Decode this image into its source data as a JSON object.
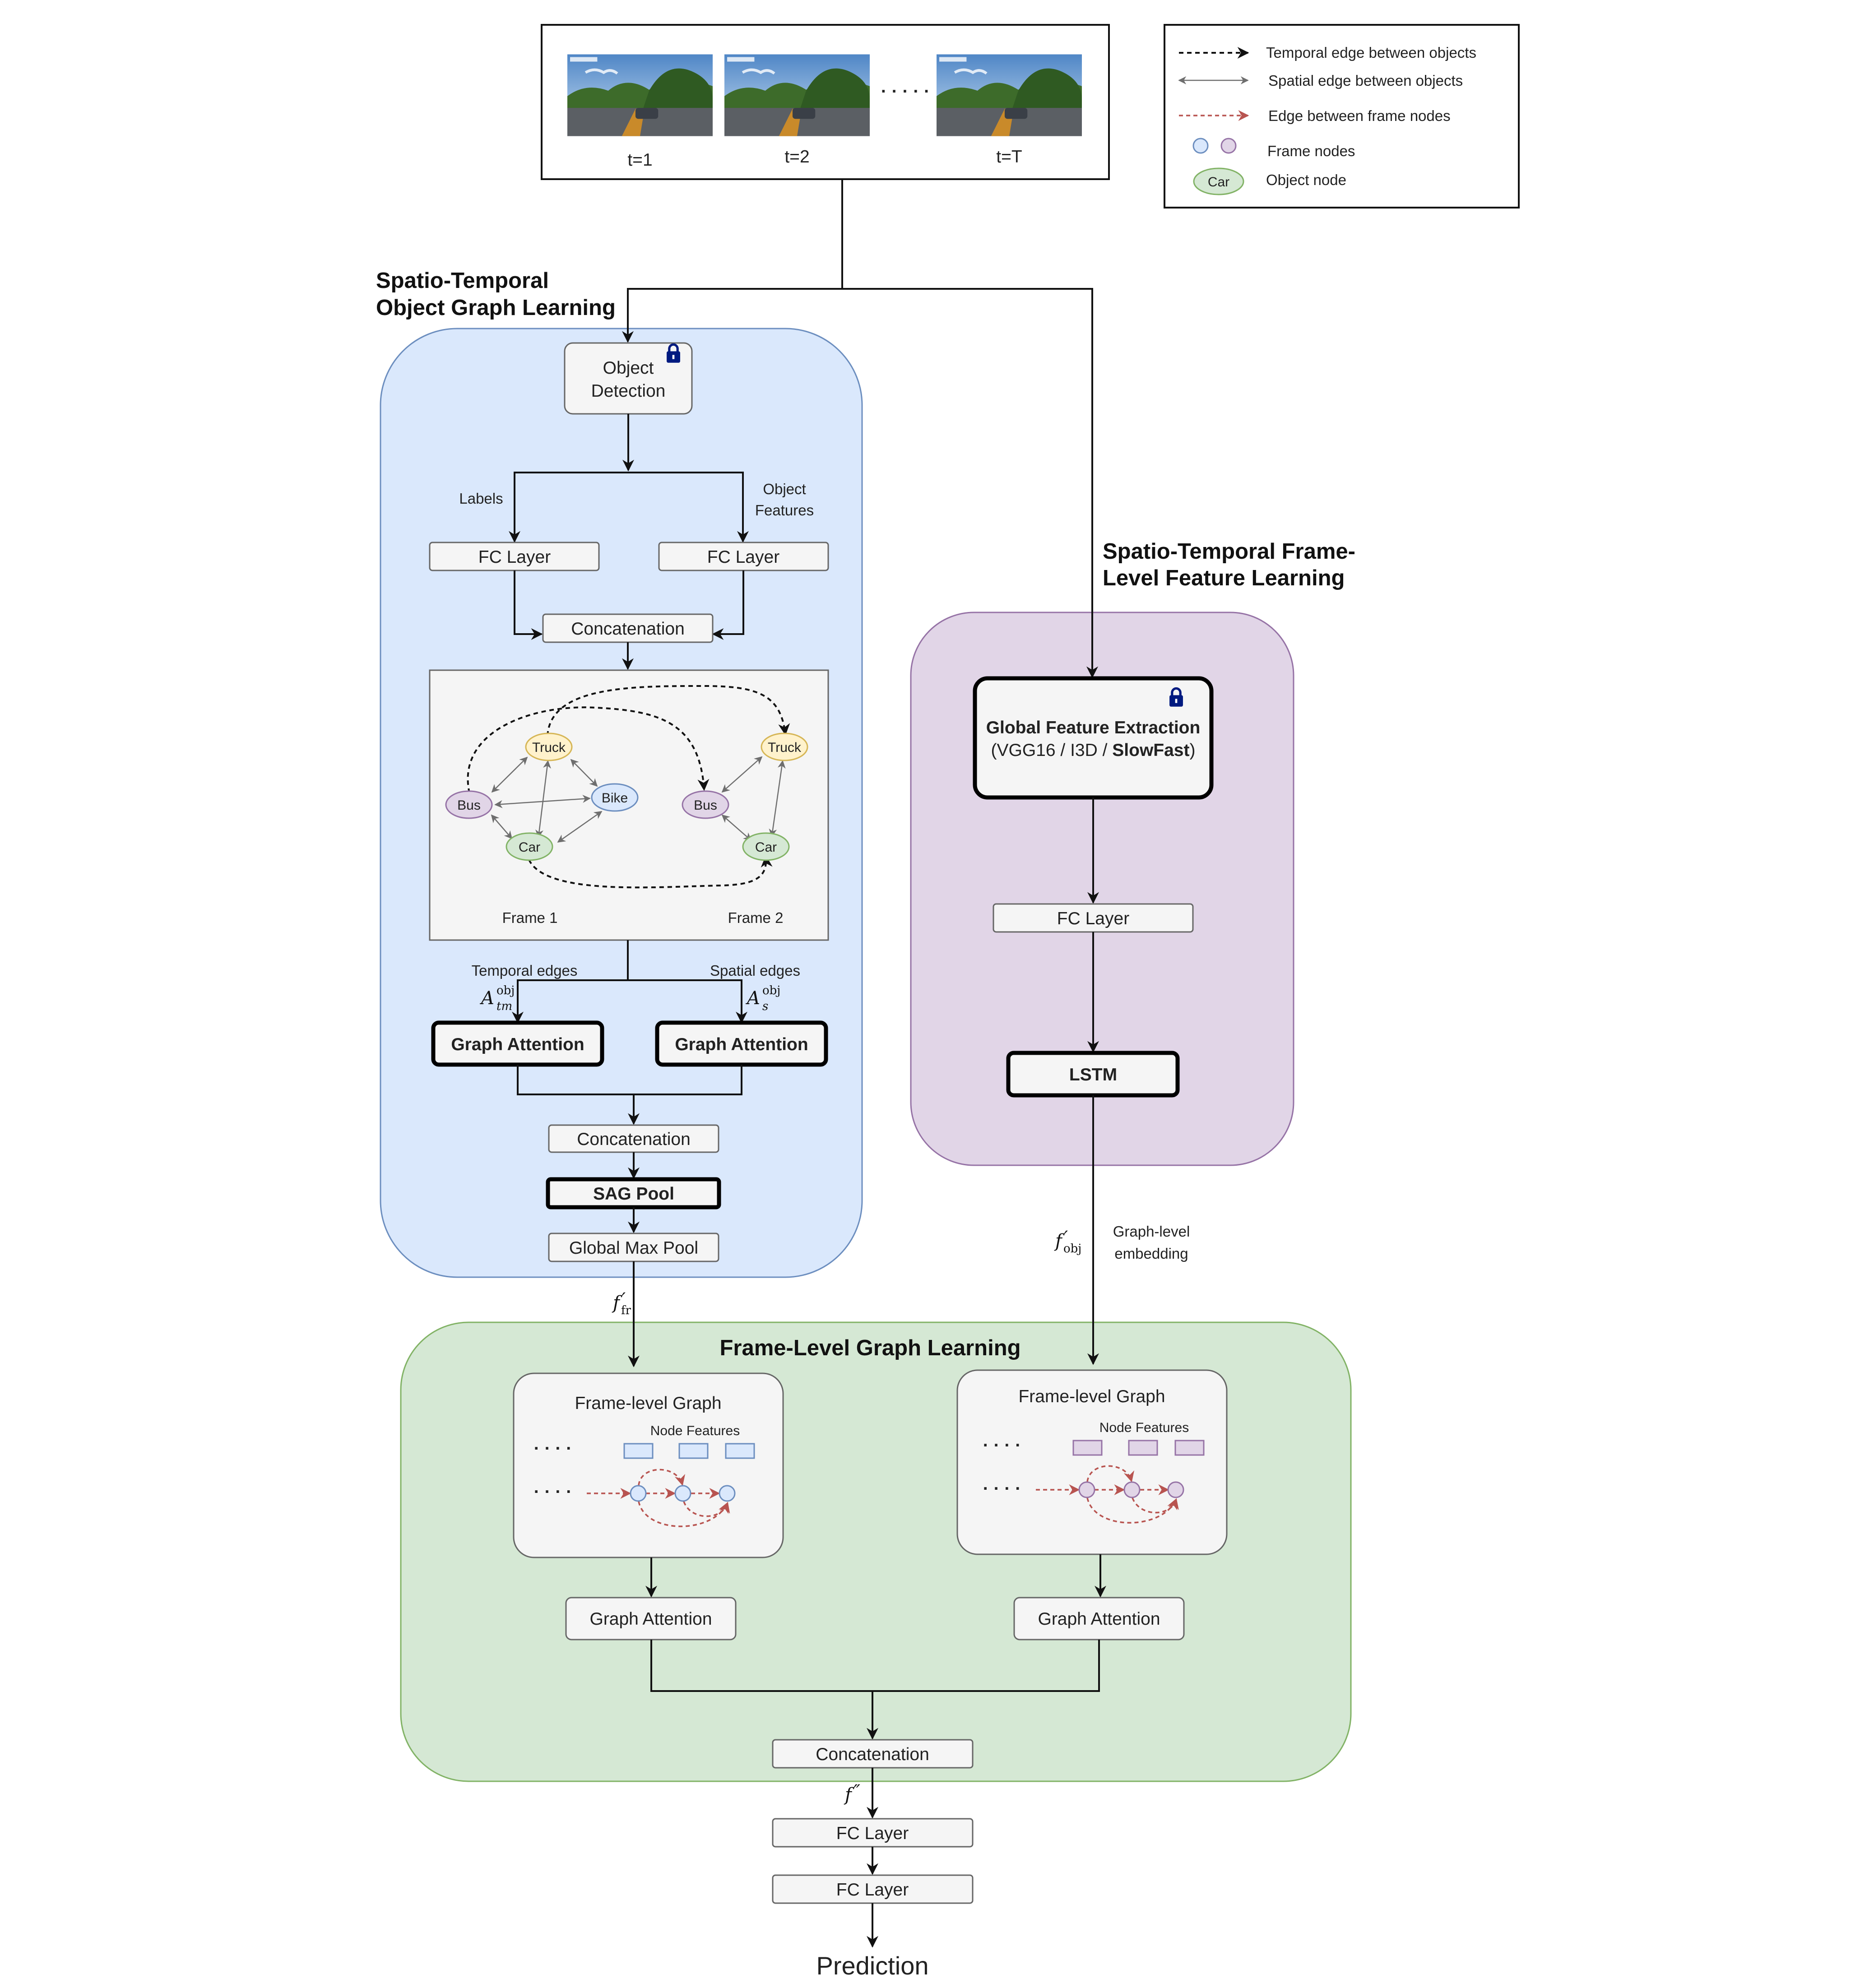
{
  "input": {
    "frames": [
      "t=1",
      "t=2",
      "t=T"
    ],
    "ellipsis": "· · · · ·"
  },
  "legend": {
    "temporal": "Temporal edge between objects",
    "spatial": "Spatial edge between objects",
    "frame_edge": "Edge between frame nodes",
    "frame_nodes": "Frame nodes",
    "object_node": "Object node",
    "object_example": "Car"
  },
  "object_branch": {
    "title_line1": "Spatio-Temporal",
    "title_line2": "Object Graph Learning",
    "detection_line1": "Object",
    "detection_line2": "Detection",
    "labels": "Labels",
    "object_features_line1": "Object",
    "object_features_line2": "Features",
    "fc_left": "FC Layer",
    "fc_right": "FC Layer",
    "concat_top": "Concatenation",
    "graph": {
      "frame1": {
        "caption": "Frame 1",
        "nodes": [
          "Truck",
          "Bus",
          "Bike",
          "Car"
        ]
      },
      "frame2": {
        "caption": "Frame 2",
        "nodes": [
          "Truck",
          "Bus",
          "Car"
        ]
      }
    },
    "temporal_edges": "Temporal edges",
    "spatial_edges": "Spatial edges",
    "a_temporal": {
      "base": "A",
      "sup": "obj",
      "sub": "tm"
    },
    "a_spatial": {
      "base": "A",
      "sup": "obj",
      "sub": "s"
    },
    "ga_left": "Graph Attention",
    "ga_right": "Graph Attention",
    "concat_bottom": "Concatenation",
    "sag_pool": "SAG Pool",
    "global_max_pool": "Global Max Pool",
    "f_fr": {
      "base": "f",
      "prime": "′",
      "sub": "fr"
    }
  },
  "frame_branch": {
    "title_line1": "Spatio-Temporal Frame-",
    "title_line2": "Level Feature Learning",
    "global_feature_title": "Global Feature Extraction",
    "global_feature_parts": [
      {
        "text": "(VGG16 / I3D / ",
        "bold": false
      },
      {
        "text": "SlowFast",
        "bold": true
      },
      {
        "text": ")",
        "bold": false
      }
    ],
    "fc": "FC Layer",
    "lstm": "LSTM",
    "f_obj": {
      "base": "f",
      "prime": "′",
      "sub": "obj"
    },
    "graph_level_line1": "Graph-level",
    "graph_level_line2": "embedding"
  },
  "frame_graph": {
    "title": "Frame-Level Graph Learning",
    "left_graph_title": "Frame-level Graph",
    "right_graph_title": "Frame-level Graph",
    "node_features": "Node Features",
    "dots": "· · · ·",
    "ga_left": "Graph Attention",
    "ga_right": "Graph Attention",
    "concat": "Concatenation"
  },
  "head": {
    "f_double": {
      "base": "f",
      "prime": "″"
    },
    "fc1": "FC Layer",
    "fc2": "FC Layer",
    "prediction": "Prediction"
  },
  "colors": {
    "blue_panel": "#dae8fc",
    "blue_panel_stroke": "#6c8ebf",
    "purple_panel": "#e1d5e7",
    "purple_panel_stroke": "#9673a6",
    "green_panel": "#d5e8d4",
    "green_panel_stroke": "#82b366",
    "truck_node": "#fff2cc",
    "truck_stroke": "#d6b656",
    "bus_node": "#e1d5e7",
    "bus_stroke": "#9673a6",
    "bike_node": "#dae8fc",
    "bike_stroke": "#6c8ebf",
    "car_node": "#d5e8d4",
    "car_stroke": "#82b366",
    "red_edge": "#b85450",
    "lock": "#001a80"
  },
  "icons": {
    "lock": "lock-icon"
  }
}
